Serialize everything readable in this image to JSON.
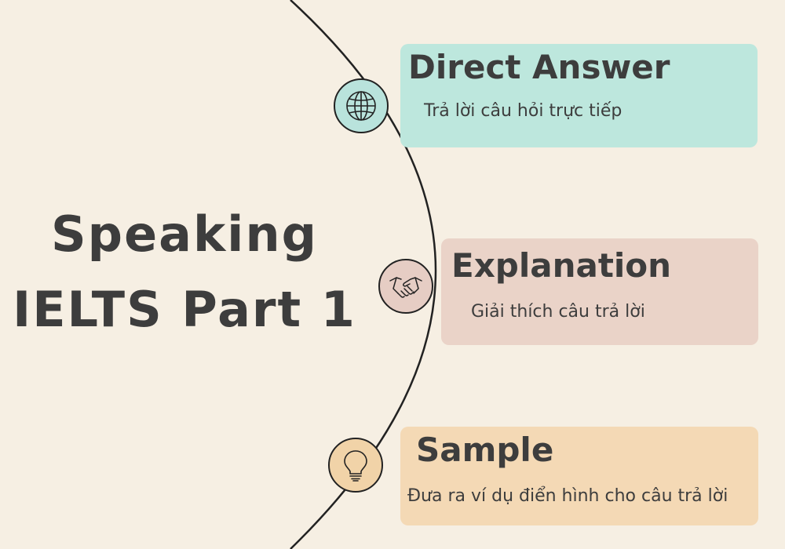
{
  "title": {
    "line1": "Speaking",
    "line2": "IELTS Part 1"
  },
  "steps": [
    {
      "title": "Direct Answer",
      "subtitle": "Trả lời câu hỏi trực tiếp",
      "icon": "globe-icon",
      "card_color": "#bde7dd",
      "node_color": "#b9e3dc"
    },
    {
      "title": "Explanation",
      "subtitle": "Giải thích câu trả lời",
      "icon": "handshake-icon",
      "card_color": "#ead3c8",
      "node_color": "#e6cdc4"
    },
    {
      "title": "Sample",
      "subtitle": "Đưa ra ví dụ điển hình cho câu trả lời",
      "icon": "lightbulb-icon",
      "card_color": "#f4d9b5",
      "node_color": "#f1d3a8"
    }
  ],
  "colors": {
    "background": "#f6efe3",
    "text": "#3d3d3d",
    "line": "#222222"
  }
}
